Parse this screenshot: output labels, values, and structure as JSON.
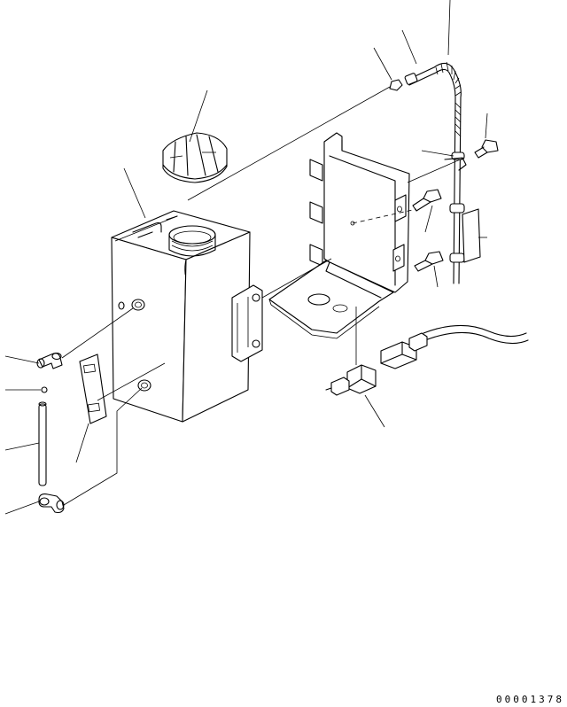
{
  "drawing": {
    "code": "00001378",
    "parts": [
      {
        "id": "cap",
        "icon": "filler-cap-icon"
      },
      {
        "id": "tank",
        "icon": "reservoir-tank-icon"
      },
      {
        "id": "bracket",
        "icon": "mounting-bracket-icon"
      },
      {
        "id": "hose",
        "icon": "spiral-hose-icon"
      },
      {
        "id": "connector",
        "icon": "electrical-connector-icon"
      },
      {
        "id": "elbow-upper",
        "icon": "elbow-fitting-icon"
      },
      {
        "id": "elbow-lower",
        "icon": "elbow-fitting-icon"
      },
      {
        "id": "pipe",
        "icon": "straight-pipe-icon"
      },
      {
        "id": "label-plate",
        "icon": "label-plate-icon"
      },
      {
        "id": "bolts",
        "icon": "bolt-icon"
      }
    ]
  }
}
